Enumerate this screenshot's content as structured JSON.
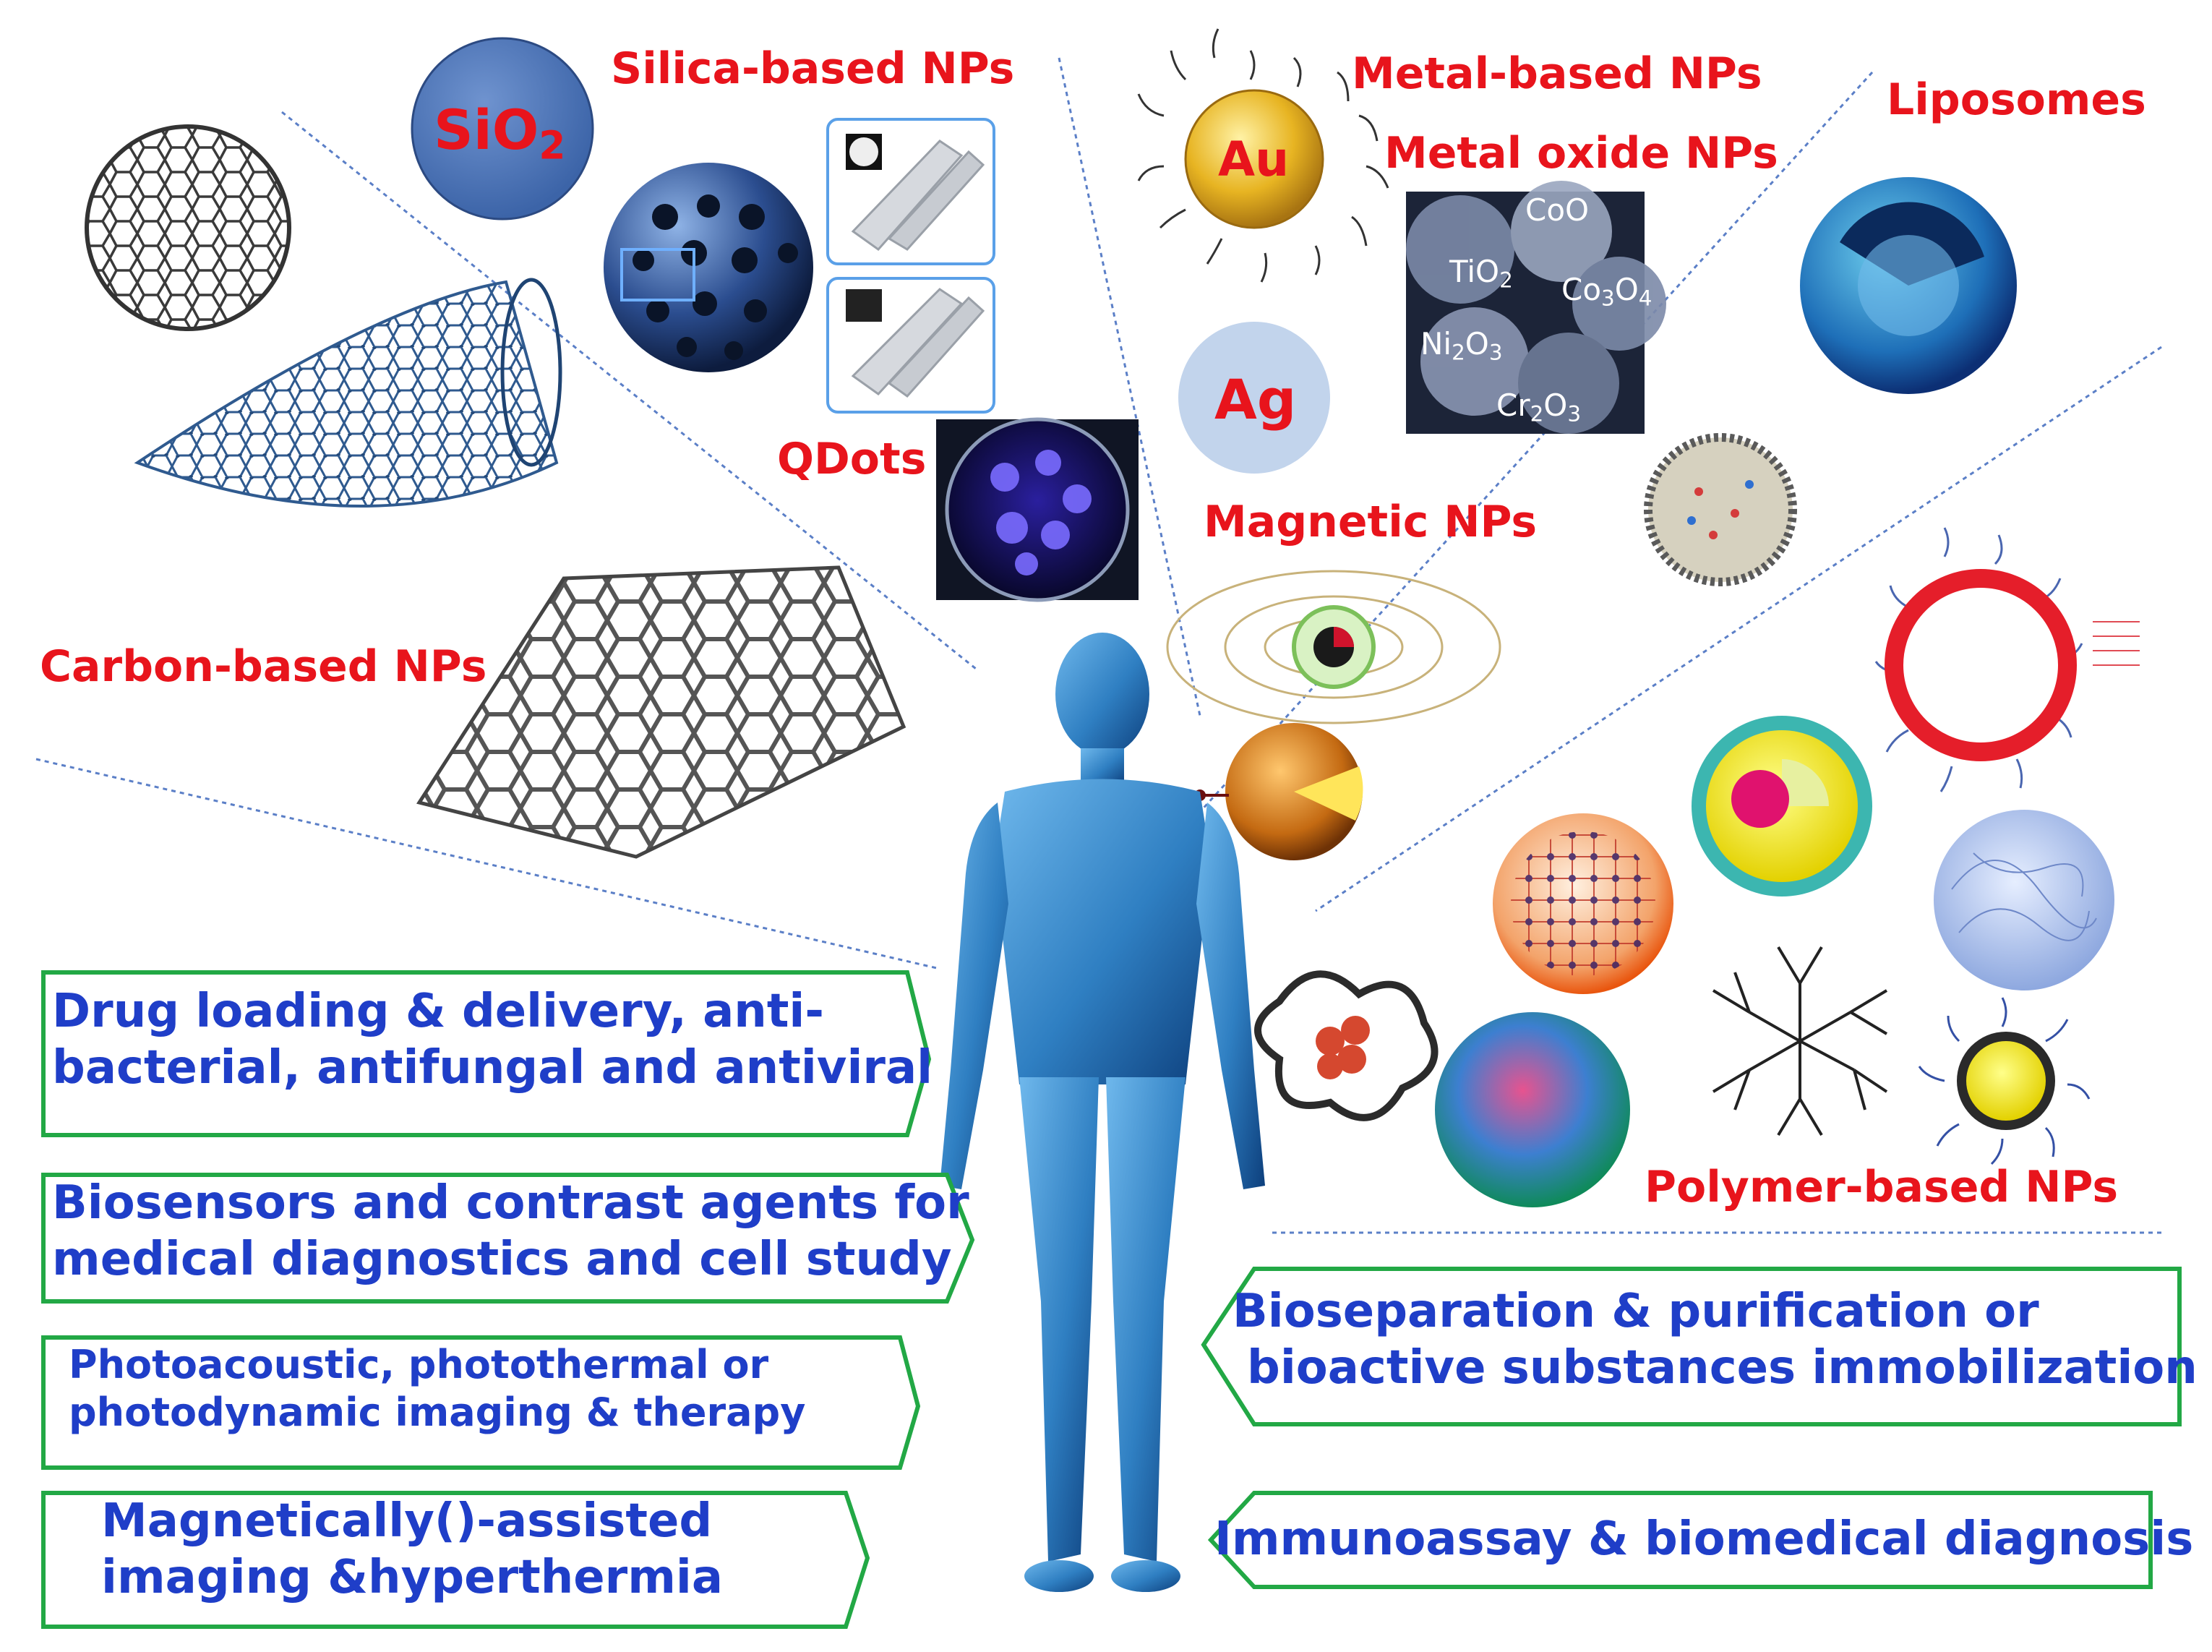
{
  "colors": {
    "label": "#e8141c",
    "app_text": "#1f3ec8",
    "box_border": "#22a845",
    "guide_line": "#5b7fc7",
    "body_blue": "#2f7fc2"
  },
  "categories": {
    "carbon": "Carbon-based NPs",
    "silica": "Silica-based NPs",
    "qdots": "QDots",
    "metal": "Metal-based NPs",
    "metal_oxide": "Metal oxide NPs",
    "magnetic": "Magnetic NPs",
    "liposomes": "Liposomes",
    "polymer": "Polymer-based NPs"
  },
  "particles": {
    "sio2_main": "SiO",
    "sio2_sub": "2",
    "au": "Au",
    "ag": "Ag",
    "coo": "CoO",
    "tio2_main": "TiO",
    "tio2_sub": "2",
    "co3o4_a": "Co",
    "co3o4_b": "3",
    "co3o4_c": "O",
    "co3o4_d": "4",
    "ni2o3_a": "Ni",
    "ni2o3_b": "2",
    "ni2o3_c": "O",
    "ni2o3_d": "3",
    "cr2o3_a": "Cr",
    "cr2o3_b": "2",
    "cr2o3_c": "O",
    "cr2o3_d": "3"
  },
  "applications": {
    "drug_line1": "Drug loading & delivery, anti-",
    "drug_line2": "bacterial, antifungal and antiviral",
    "bio_line1": "Biosensors and contrast agents for",
    "bio_line2": "medical diagnostics  and  cell study",
    "photo_line1": "Photoacoustic, photothermal or",
    "photo_line2": "photodynamic imaging & therapy",
    "mag_line1": "Magnetically()-assisted",
    "mag_line2": "imaging &hyperthermia",
    "sep_line1": "Bioseparation & purification  or",
    "sep_line2": "bioactive substances immobilization",
    "immuno": "Immunoassay & biomedical diagnosis"
  }
}
